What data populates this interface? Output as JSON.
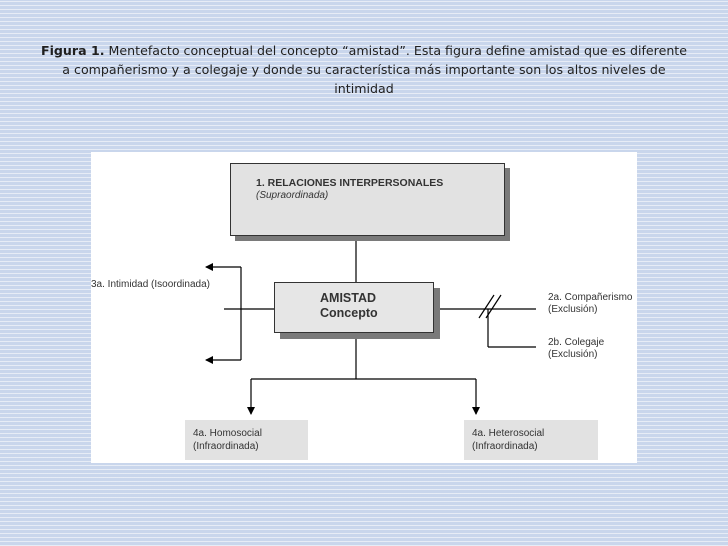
{
  "caption": {
    "bold": "Figura 1.",
    "text": " Mentefacto conceptual del concepto “amistad”. Esta figura define amistad que es diferente a compañerismo y a colegaje y donde su característica más importante son los altos niveles de intimidad"
  },
  "diagram": {
    "supraordinada": {
      "title": "1. RELACIONES INTERPERSONALES",
      "subtitle": "(Supraordinada)"
    },
    "concepto": {
      "line1": "AMISTAD",
      "line2": "Concepto"
    },
    "isoordinada": {
      "label": "3a. Intimidad (Isoordinada)"
    },
    "exclusion1": {
      "line1": "2a. Compañerismo",
      "line2": "(Exclusión)"
    },
    "exclusion2": {
      "line1": "2b. Colegaje",
      "line2": "(Exclusión)"
    },
    "infra1": {
      "line1": "4a. Homosocial",
      "line2": "(Infraordinada)"
    },
    "infra2": {
      "line1": "4a. Heterosocial",
      "line2": "(Infraordinada)"
    }
  },
  "colors": {
    "background": "#c9d6ec",
    "box_fill": "#e2e2e2",
    "line": "#000000"
  }
}
